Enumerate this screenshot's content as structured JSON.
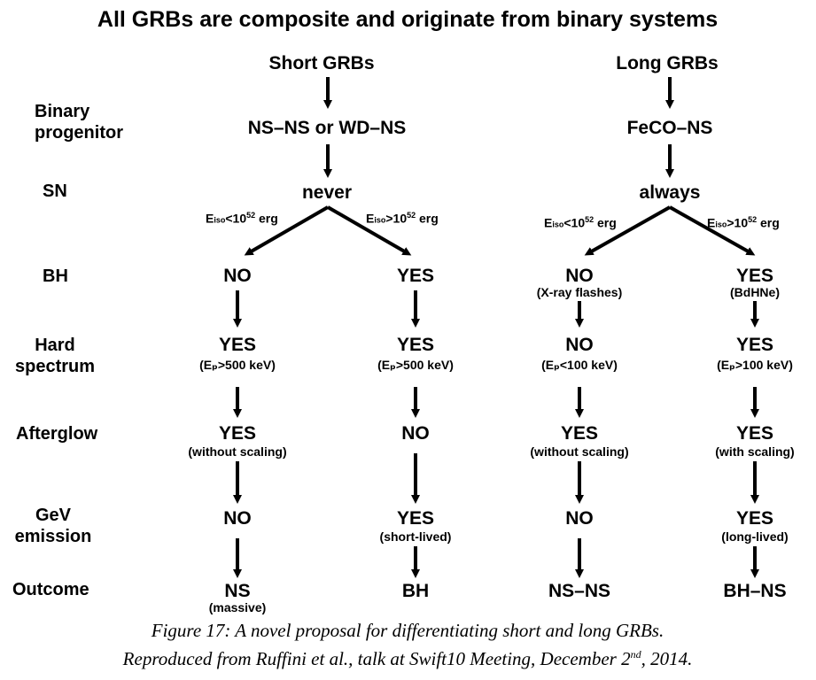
{
  "title": "All GRBs are composite and originate from binary systems",
  "headers": {
    "short": "Short GRBs",
    "long": "Long GRBs"
  },
  "rows": {
    "binary_progenitor": "Binary\nprogenitor",
    "sn": "SN",
    "bh": "BH",
    "hard_spectrum": "Hard\nspectrum",
    "afterglow": "Afterglow",
    "gev_emission": "GeV\nemission",
    "outcome": "Outcome"
  },
  "short": {
    "progenitor": "NS–NS or  WD–NS",
    "sn": "never",
    "low_energy": {
      "bh": "NO",
      "hard": "YES",
      "hard_note": "(Eₚ>500 keV)",
      "afterglow": "YES",
      "afterglow_note": "(without scaling)",
      "gev": "NO",
      "outcome": "NS",
      "outcome_note": "(massive)"
    },
    "high_energy": {
      "bh": "YES",
      "hard": "YES",
      "hard_note": "(Eₚ>500 keV)",
      "afterglow": "NO",
      "gev": "YES",
      "gev_note": "(short-lived)",
      "outcome": "BH"
    }
  },
  "long": {
    "progenitor": "FeCO–NS",
    "sn": "always",
    "low_energy": {
      "bh": "NO",
      "bh_note": "(X-ray flashes)",
      "hard": "NO",
      "hard_note": "(Eₚ<100 keV)",
      "afterglow": "YES",
      "afterglow_note": "(without scaling)",
      "gev": "NO",
      "outcome": "NS–NS"
    },
    "high_energy": {
      "bh": "YES",
      "bh_note": "(BdHNe)",
      "hard": "YES",
      "hard_note": "(Eₚ>100 keV)",
      "afterglow": "YES",
      "afterglow_note": "(with scaling)",
      "gev": "YES",
      "gev_note": "(long-lived)",
      "outcome": "BH–NS"
    }
  },
  "conditions": {
    "e": "E",
    "iso": "iso",
    "lt": "<10",
    "gt": ">10",
    "exp": "52",
    "unit": " erg"
  },
  "caption": {
    "line1": "Figure 17: A novel proposal for differentiating short and long GRBs.",
    "line2_pre": "Reproduced from Ruffini et al., talk at Swift10 Meeting, December 2",
    "line2_sup": "nd",
    "line2_post": ", 2014."
  }
}
